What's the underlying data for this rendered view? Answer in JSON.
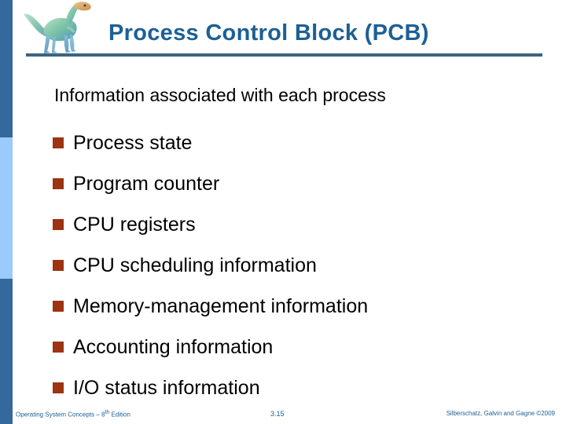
{
  "slide": {
    "title": "Process Control Block (PCB)",
    "accent_color": "#1d6094",
    "rule_color": "#3d6480",
    "bullet_color": "#9c3312",
    "stripe_dark": "#35689c",
    "stripe_light": "#9bcaff",
    "logo_name": "dinosaur-logo"
  },
  "body": {
    "intro": "Information associated with each process",
    "bullets": [
      {
        "label": "Process state"
      },
      {
        "label": "Program counter"
      },
      {
        "label": "CPU registers"
      },
      {
        "label": "CPU scheduling information"
      },
      {
        "label": "Memory-management information"
      },
      {
        "label": "Accounting information"
      },
      {
        "label": "I/O status information"
      }
    ]
  },
  "footer": {
    "left_prefix": "Operating System Concepts – 8",
    "left_superscript": "th",
    "left_suffix": " Edition",
    "page_number": "3.15",
    "right": "Silberschatz, Galvin and Gagne ©2009"
  }
}
